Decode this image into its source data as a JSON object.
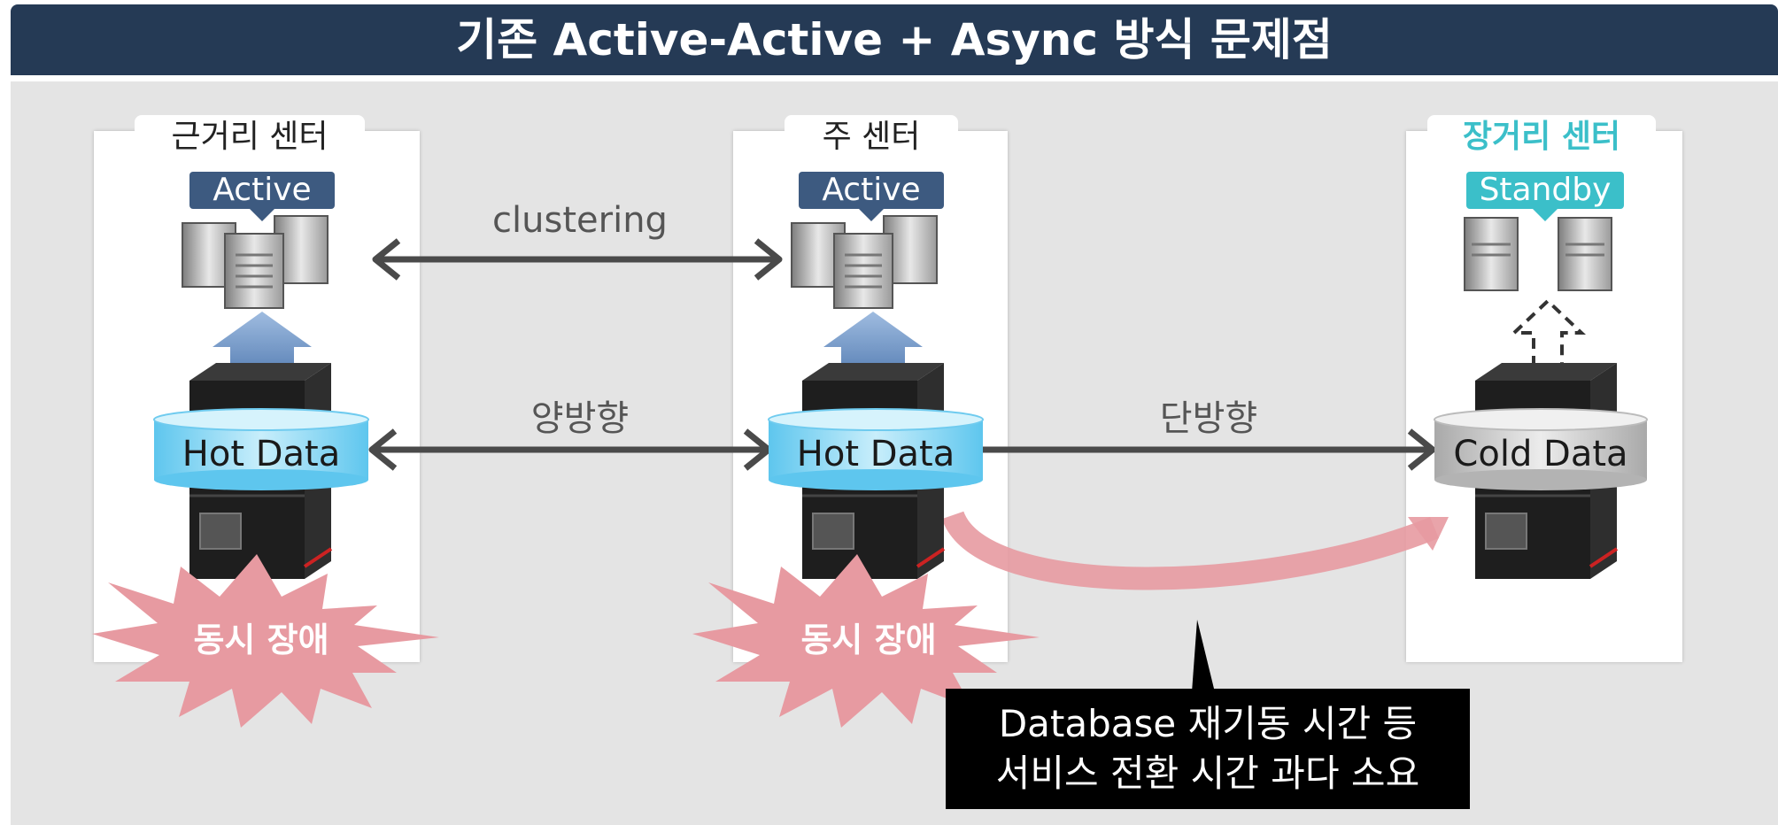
{
  "title": "기존 Active-Active + Async 방식 문제점",
  "centers": {
    "near": {
      "name": "근거리 센터",
      "status": "Active",
      "data": "Hot Data",
      "failure": "동시 장애"
    },
    "main": {
      "name": "주 센터",
      "status": "Active",
      "data": "Hot Data",
      "failure": "동시 장애"
    },
    "far": {
      "name": "장거리 센터",
      "status": "Standby",
      "data": "Cold Data"
    }
  },
  "links": {
    "clustering": "clustering",
    "bidirectional": "양방향",
    "unidirectional": "단방향"
  },
  "callout": {
    "line1": "Database 재기동 시간 등",
    "line2": "서비스 전환 시간 과다 소요"
  },
  "colors": {
    "title_bg": "#253a55",
    "active_badge": "#3d5a80",
    "standby_badge": "#3bbfc9",
    "far_center_name": "#3bbfc9",
    "burst": "#e79aa1",
    "hot_cylinder": "#8fd6f2",
    "cold_cylinder": "#cfcfcf",
    "connector": "#4a4a4a"
  },
  "icons": [
    "server-cluster-icon",
    "storage-rack-icon",
    "up-arrow-icon",
    "dashed-up-arrow-icon",
    "burst-icon"
  ]
}
